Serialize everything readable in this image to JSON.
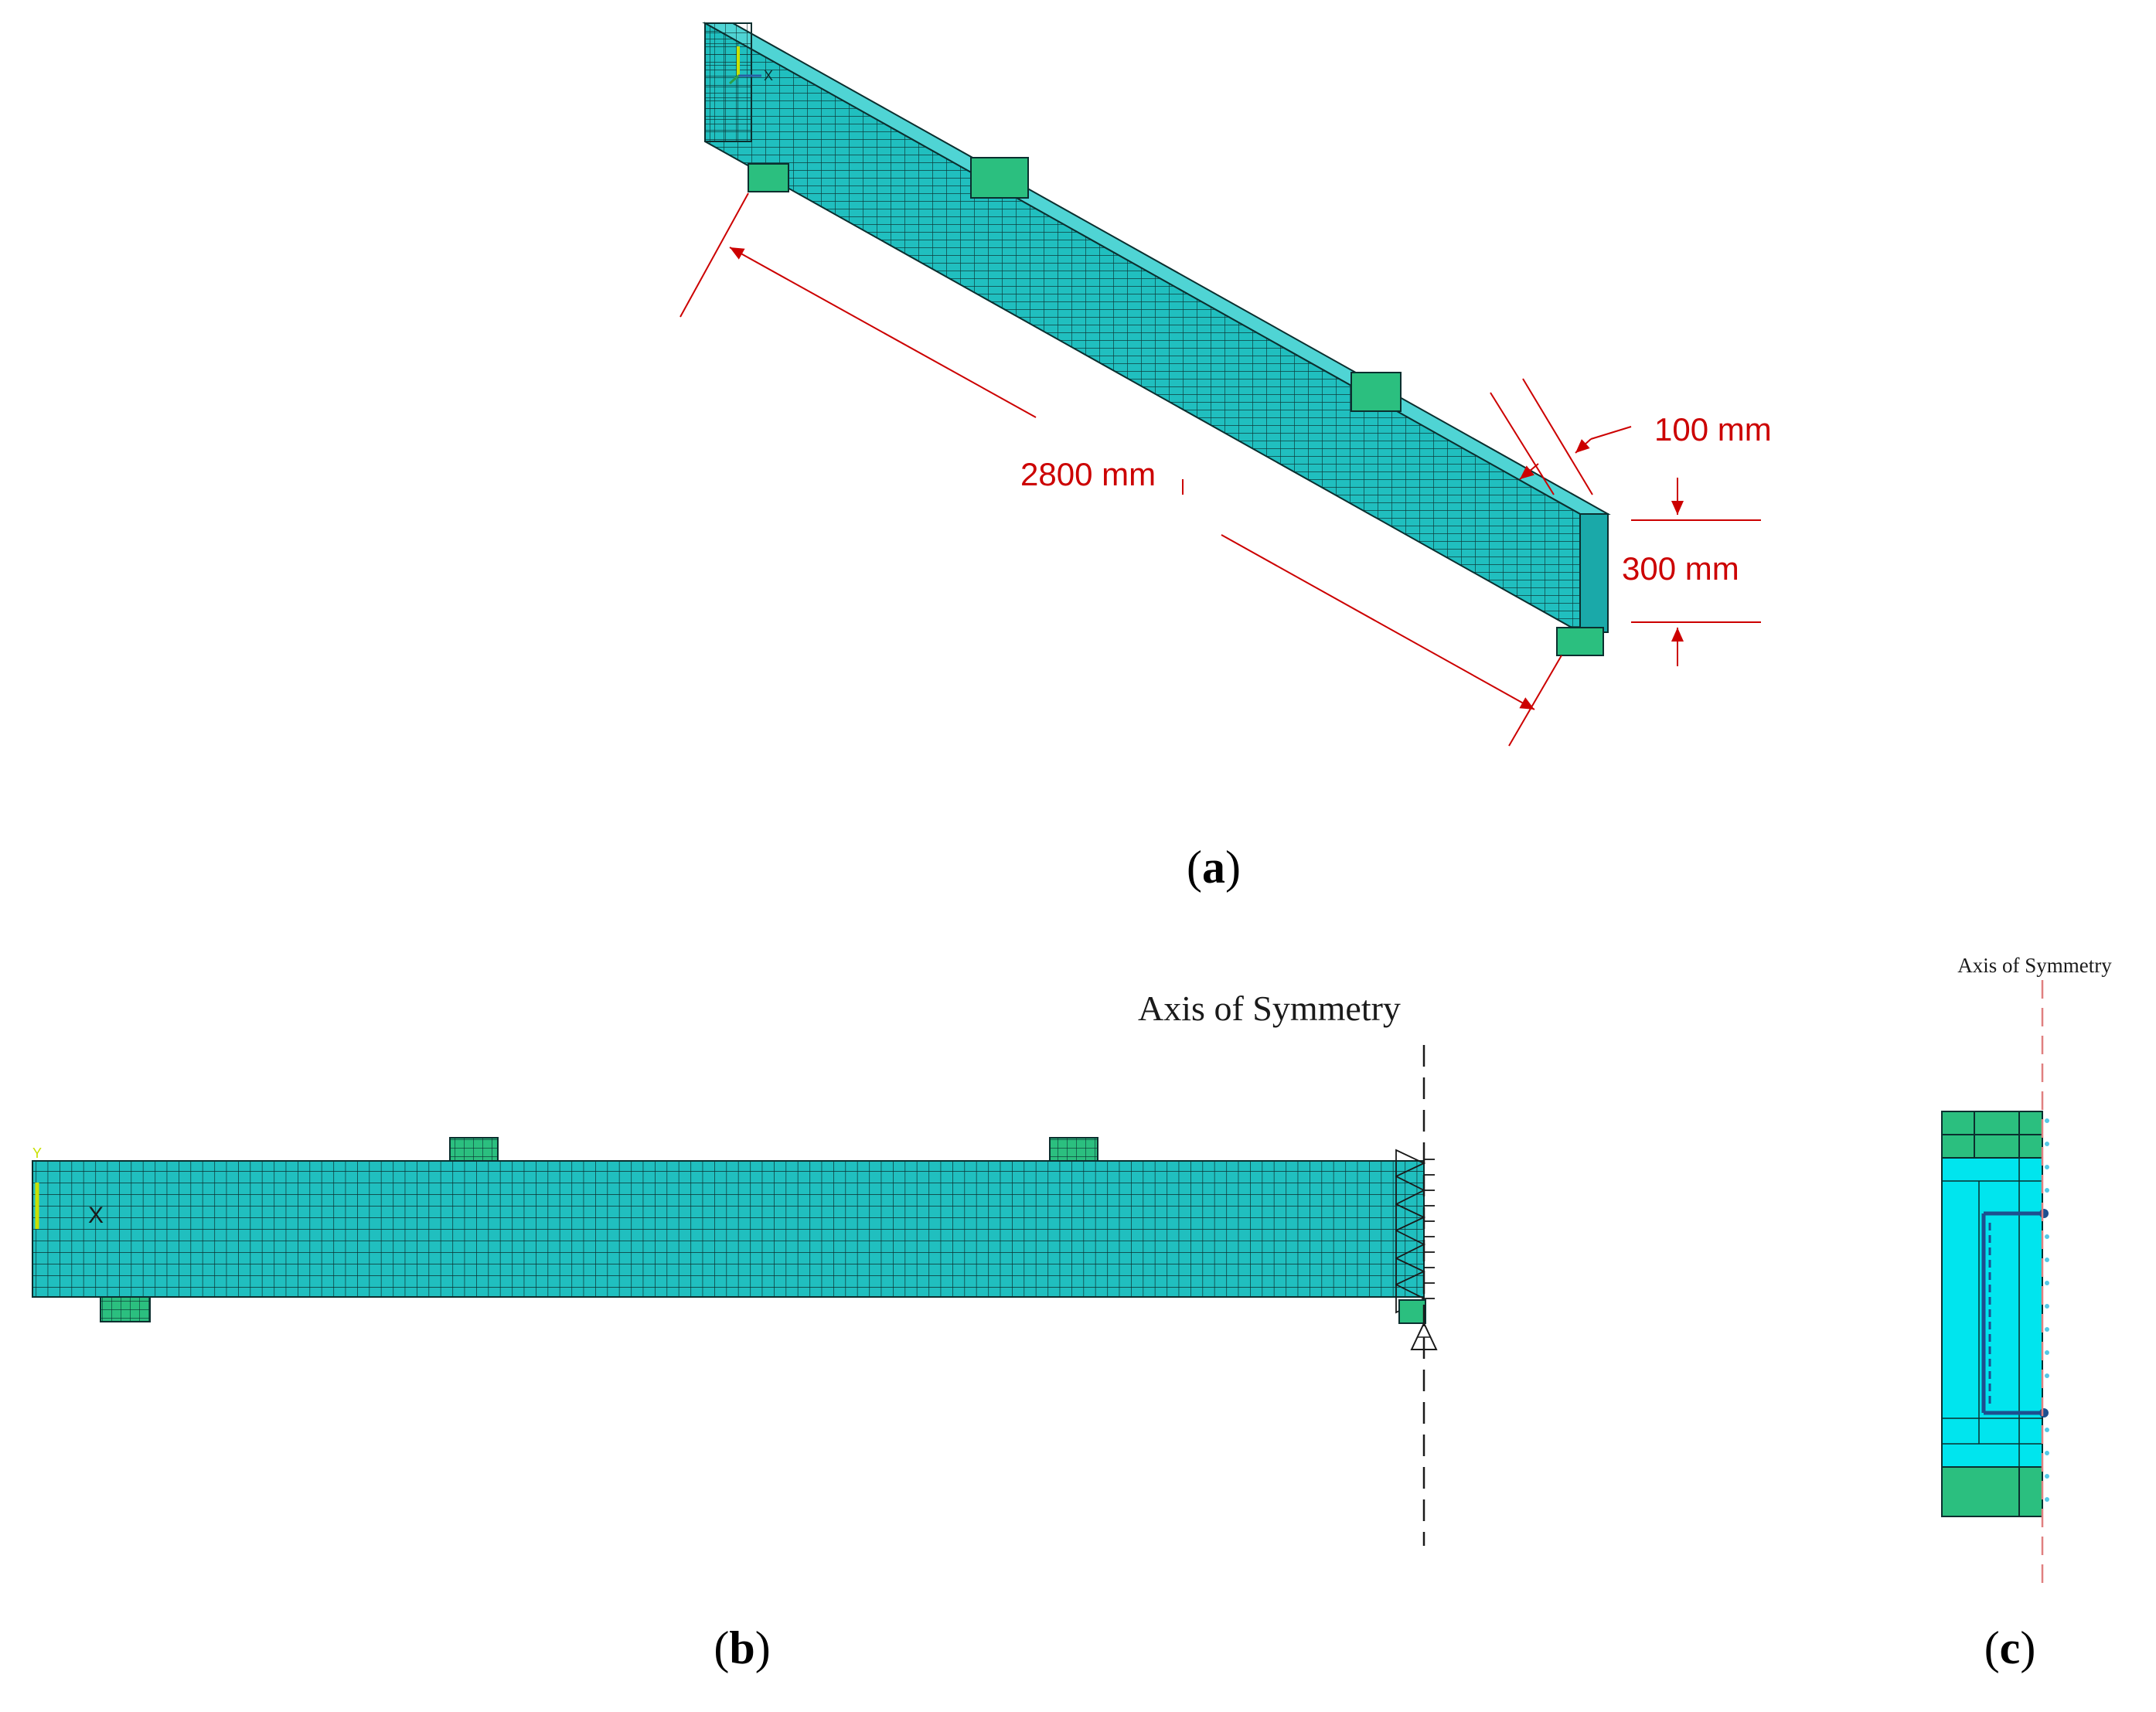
{
  "panel_a": {
    "label_open": "(",
    "label_letter": "a",
    "label_close": ")",
    "dimensions": {
      "length": "2800 mm",
      "width": "100 mm",
      "height": "300 mm"
    },
    "triad_label": "X"
  },
  "panel_b": {
    "label_open": "(",
    "label_letter": "b",
    "label_close": ")",
    "axis_label": "Axis of Symmetry",
    "triad_y": "Y",
    "triad_x": "X"
  },
  "panel_c": {
    "label_open": "(",
    "label_letter": "c",
    "label_close": ")",
    "axis_label": "Axis of Symmetry"
  },
  "colors": {
    "mesh_fill": "#20bfbf",
    "mesh_line": "#0b2f2f",
    "plate_fill": "#2bbf7f",
    "dimension": "#cc0000",
    "side_face": "#21b7b7",
    "section_fill": "#00e5ee",
    "rebar": "#1e4f8f",
    "triad_yellow": "#c8e000"
  }
}
